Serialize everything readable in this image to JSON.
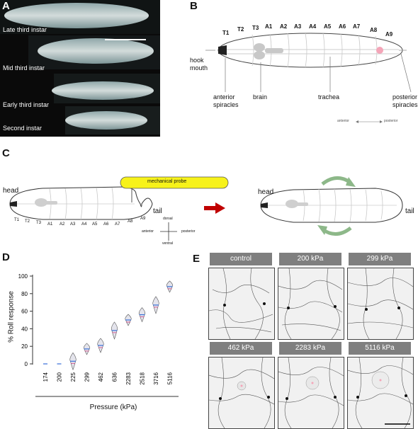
{
  "panels": {
    "a": {
      "letter": "A",
      "stages": [
        "Late third instar",
        "Mid third instar",
        "Early third instar",
        "Second instar"
      ]
    },
    "b": {
      "letter": "B",
      "segments": [
        "T1",
        "T2",
        "T3",
        "A1",
        "A2",
        "A3",
        "A4",
        "A5",
        "A6",
        "A7",
        "A8",
        "A9"
      ],
      "labels": {
        "hook": "hook",
        "mouth": "mouth",
        "anterior_spiracles_1": "anterior",
        "anterior_spiracles_2": "spiracles",
        "brain": "brain",
        "trachea": "trachea",
        "posterior_spiracles_1": "posterior",
        "posterior_spiracles_2": "spiracles",
        "axis_anterior": "anterior",
        "axis_posterior": "posterior"
      }
    },
    "c": {
      "letter": "C",
      "probe_label": "mechanical probe",
      "head": "head",
      "tail": "tail",
      "segments": [
        "T1",
        "T2",
        "T3",
        "A1",
        "A2",
        "A3",
        "A4",
        "A5",
        "A6",
        "A7",
        "A8",
        "A9"
      ],
      "compass": {
        "dorsal": "dorsal",
        "ventral": "ventral",
        "anterior": "anterior",
        "posterior": "posterior"
      },
      "head_right": "head",
      "tail_right": "tail"
    },
    "d": {
      "letter": "D",
      "ylabel": "% Roll response",
      "xlabel": "Pressure (kPa)"
    },
    "e": {
      "letter": "E",
      "conditions": [
        "control",
        "200 kPa",
        "299 kPa",
        "462 kPa",
        "2283 kPa",
        "5116 kPa"
      ]
    }
  },
  "colors": {
    "probe_fill": "#f7f21a",
    "arrow_red": "#c00000",
    "arrow_green": "#8db889",
    "dot_pink": "#f4a5b8"
  },
  "chart_data": {
    "type": "violin",
    "categories": [
      "174",
      "200",
      "225",
      "299",
      "462",
      "636",
      "2283",
      "2518",
      "3716",
      "5116"
    ],
    "values": [
      0,
      0,
      3,
      17,
      21,
      38,
      50,
      56,
      67,
      88
    ],
    "xlabel": "Pressure (kPa)",
    "ylabel": "% Roll response",
    "ylim": [
      0,
      100
    ],
    "yticks": [
      0,
      20,
      40,
      60,
      80,
      100
    ]
  }
}
